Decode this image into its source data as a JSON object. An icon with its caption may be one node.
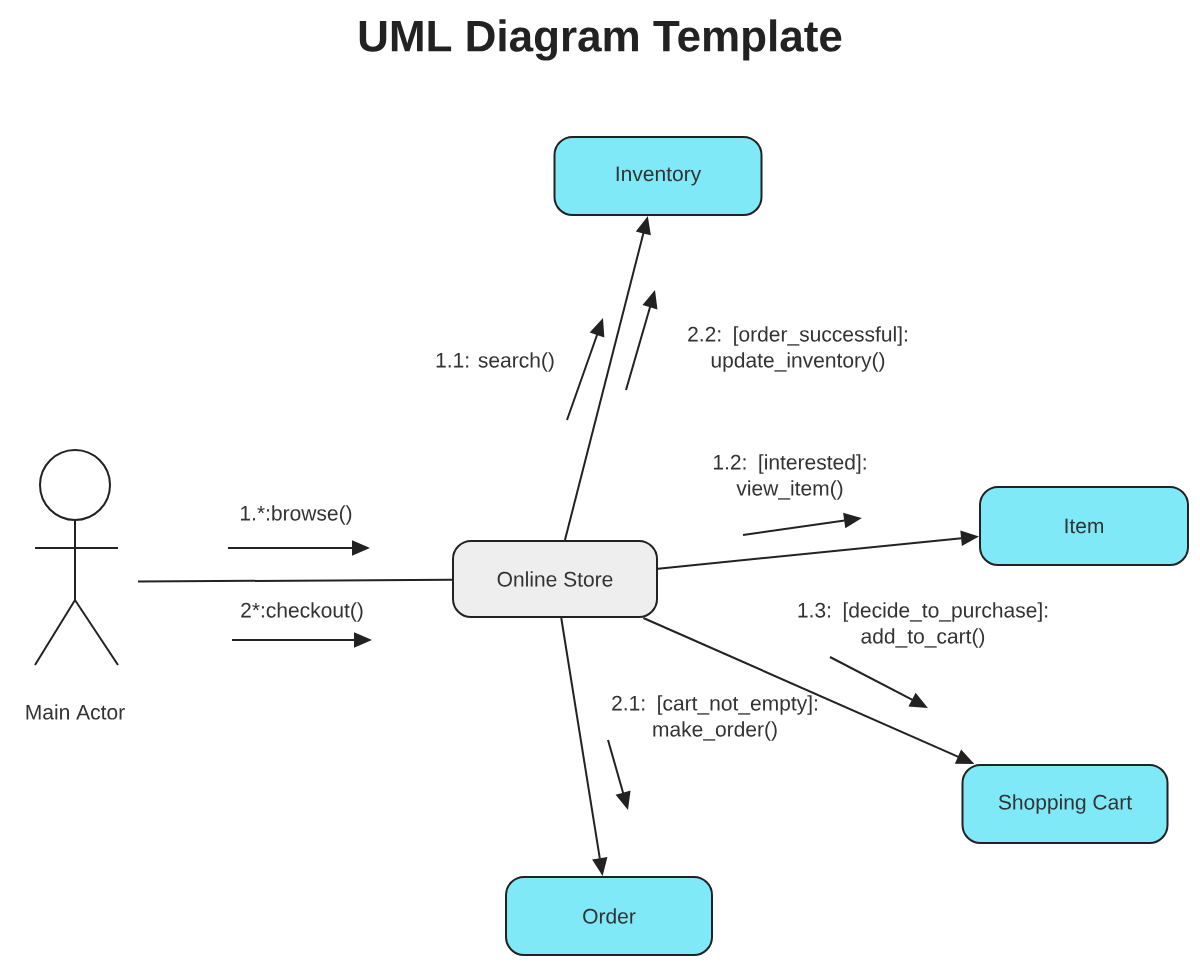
{
  "diagram": {
    "title": "UML Diagram Template",
    "nodes": [
      {
        "text": [
          "Inventory"
        ]
      },
      {
        "text": [
          "Main Actor"
        ]
      },
      {
        "text": [
          "Online Store"
        ]
      },
      {
        "text": [
          "Item"
        ]
      },
      {
        "text": [
          "Shopping Cart"
        ]
      },
      {
        "text": [
          "Order"
        ]
      }
    ],
    "edges": [
      {
        "from": 1,
        "to": 2,
        "arrow": "none"
      },
      {
        "from": 2,
        "to": 0,
        "arrow": "to"
      },
      {
        "from": 2,
        "to": 3,
        "arrow": "to"
      },
      {
        "from": 2,
        "to": 4,
        "arrow": "to"
      },
      {
        "from": 2,
        "to": 5,
        "arrow": "to"
      }
    ],
    "labels": [
      "1.*:browse()",
      "2*:checkout()",
      "1.1: search()",
      "2.2: [order_successful]: update_inventory()",
      "1.2: [interested]: view_item()",
      "1.3: [decide_to_purchase]: add_to_cart()",
      "2.1: [cart_not_empty]: make_order()"
    ]
  }
}
